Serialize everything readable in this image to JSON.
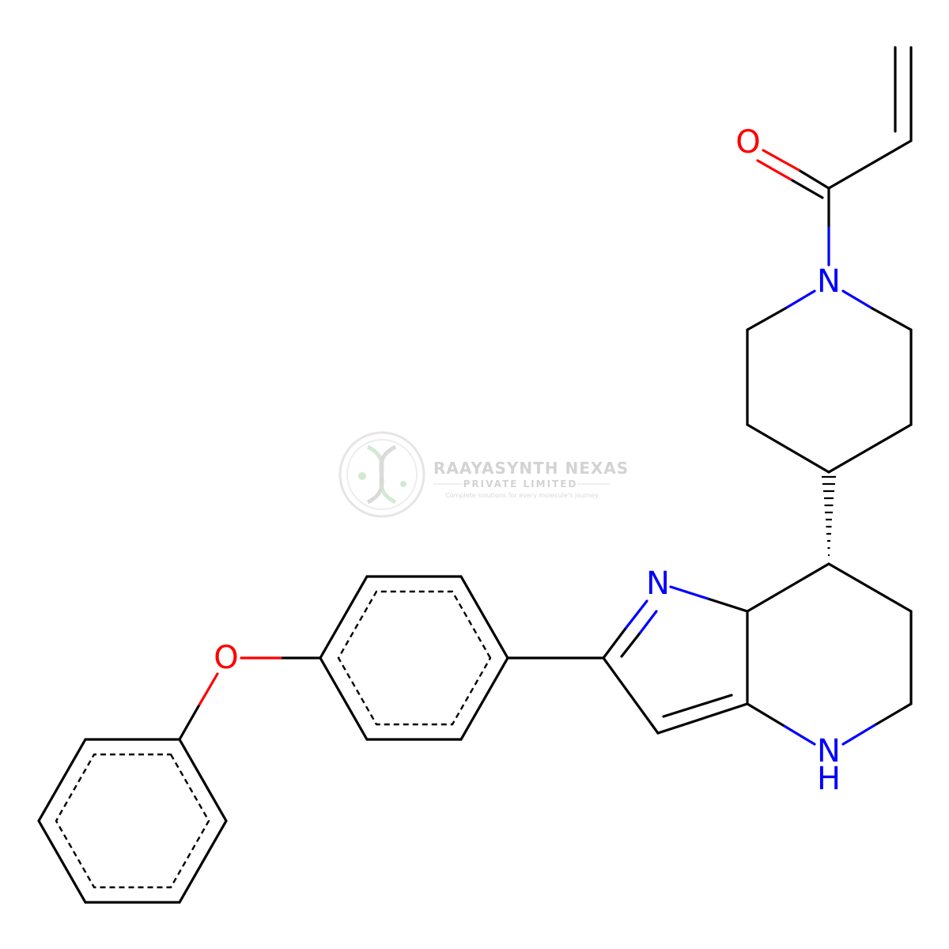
{
  "molecule": {
    "atom_labels": {
      "carbonyl_oxygen": "O",
      "piperidine_nitrogen": "N",
      "imine_nitrogen": "N",
      "amine_nitrogen": "N",
      "amine_hydrogen": "H",
      "ether_oxygen": "O"
    },
    "colors": {
      "carbon_bond": "#000000",
      "nitrogen": "#0000ff",
      "oxygen": "#ff0000"
    }
  },
  "watermark": {
    "company": "RAAYASYNTH NEXAS",
    "subtitle": "PRIVATE LIMITED",
    "tagline": "Complete solutions for every molecule's journey",
    "logo_icon": "dna-helix-icon"
  }
}
